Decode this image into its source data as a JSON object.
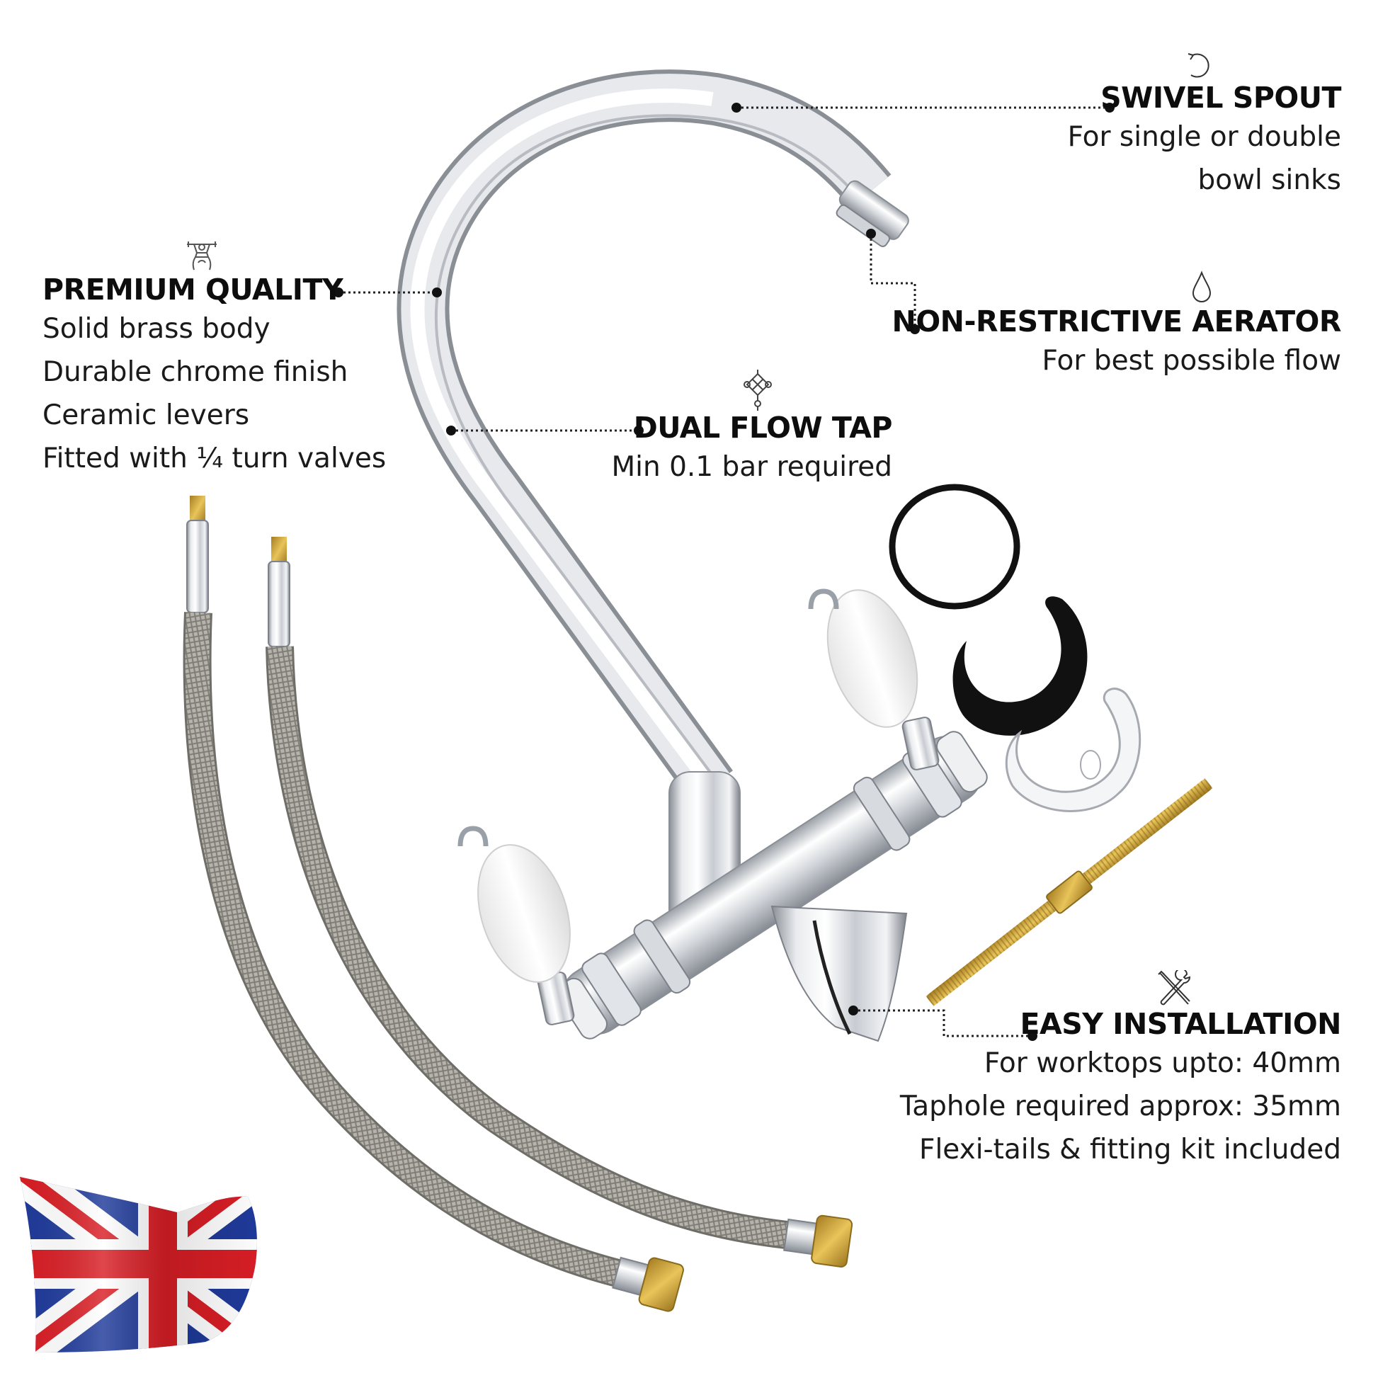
{
  "features": {
    "swivel": {
      "icon": "rotate-icon",
      "title": "SWIVEL SPOUT",
      "lines": [
        "For single or double",
        "bowl sinks"
      ]
    },
    "aerator": {
      "icon": "water-drop-icon",
      "title": "NON-RESTRICTIVE AERATOR",
      "lines": [
        "For best possible flow"
      ]
    },
    "premium": {
      "icon": "weightlifter-icon",
      "title": "PREMIUM QUALITY",
      "lines": [
        "Solid brass body",
        "Durable chrome finish",
        "Ceramic levers",
        "Fitted with ¼ turn valves"
      ]
    },
    "dual": {
      "icon": "knot-icon",
      "title": "DUAL FLOW TAP",
      "lines": [
        "Min 0.1 bar required"
      ]
    },
    "easy": {
      "icon": "tools-icon",
      "title": "EASY INSTALLATION",
      "lines": [
        "For worktops upto: 40mm",
        "Taphole required approx: 35mm",
        "Flexi-tails & fitting kit included"
      ]
    }
  },
  "colors": {
    "text": "#111111",
    "chrome_light": "#f4f5f7",
    "chrome_mid": "#c9ccd1",
    "chrome_dark": "#7d828a",
    "brass": "#c9a23a",
    "rubber": "#111111",
    "flag_blue": "#1f3a9a",
    "flag_red": "#d81e25",
    "hose": "#a9a7a0"
  },
  "product_parts": [
    "swivel-spout",
    "aerator",
    "ceramic-lever-left",
    "ceramic-lever-right",
    "tap-body",
    "flexi-tail-hose-left",
    "flexi-tail-hose-right",
    "o-ring",
    "rubber-horseshoe-gasket",
    "metal-horseshoe-washer",
    "brass-threaded-rod"
  ],
  "badge": {
    "flag": "united-kingdom-flag"
  }
}
